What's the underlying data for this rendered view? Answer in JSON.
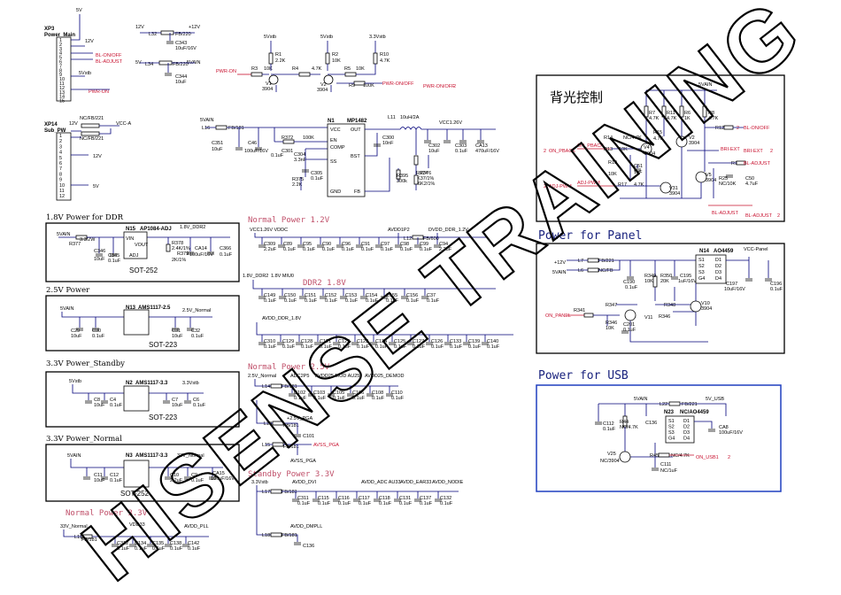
{
  "watermark": "HISENSE TRAINING",
  "connectors": {
    "xp3": {
      "ref": "XP3",
      "name": "Power_Main",
      "nets": [
        "5V",
        "12V",
        "5Vstb",
        "BL-ON/OFF",
        "BL-ADJUST",
        "PWR-ON"
      ],
      "pins": [
        "1",
        "2",
        "3",
        "4",
        "5",
        "6",
        "7",
        "8",
        "9",
        "10",
        "11",
        "12",
        "13",
        "14",
        "15"
      ]
    },
    "xp14": {
      "ref": "XP14",
      "name": "Sub_PW",
      "nets": [
        "NC/FB/221",
        "12V",
        "VCC-A",
        "NC/FB/221",
        "12V",
        "5V"
      ],
      "pins": [
        "1",
        "2",
        "3",
        "4",
        "5",
        "6",
        "7",
        "8",
        "9",
        "10",
        "11",
        "12"
      ]
    }
  },
  "top": {
    "l32": "L32",
    "fb220a": "FB/220",
    "l34": "L34",
    "fb220b": "FB/220",
    "n12v_a": "12V",
    "n12v_b": "+12V",
    "n5v": "5V",
    "n5vain": "5VAIN",
    "c343": "C343",
    "c343v": "10uF/16V",
    "c344": "C344",
    "c344v": "10uF",
    "n5vstb": "5Vstb",
    "n5vstb2": "5Vstb",
    "n33vstb": "3.3Vstb",
    "r1": "R1",
    "r1v": "2.2K",
    "r2": "R2",
    "r2v": "10K",
    "r10": "R10",
    "r10v": "4.7K",
    "r3": "R3",
    "r3v": "10K",
    "r4": "R4",
    "r4v": "4.7K",
    "r5": "R5",
    "r5v": "10K",
    "v1": "V1",
    "v1v": "3904",
    "v2": "V2",
    "v2v": "3904",
    "r9": "R9",
    "r9v": "100K",
    "pwr_on": "PWR-ON",
    "pwr_onoff": "PWR-ON/OFF",
    "pwr_onoff2": "PWR-ON/OFF",
    "pin2": "2"
  },
  "mp1482": {
    "ref": "N1",
    "part": "MP1482",
    "vcc": "VCC",
    "en": "EN",
    "comp": "COMP",
    "ss": "SS",
    "gnd": "GND",
    "out": "OUT",
    "bst": "BST",
    "fb": "FB",
    "n5vain": "5VAIN",
    "l16": "L16",
    "fb181": "FB/181",
    "c351": "C351",
    "c351v": "10uF",
    "c46": "C46",
    "c46v": "100uF/16V",
    "r372": "R372",
    "r372v": "100K",
    "c301": "C301",
    "c301v": "0.1uF",
    "c304": "C304",
    "c304v": "3.3nF",
    "c305": "C305",
    "c305v": "0.1uF",
    "r375": "R375",
    "r375v": "2.2K",
    "c300": "C300",
    "c300v": "10nF",
    "l11": "L11",
    "l11v": "10uH/2A",
    "vcc126": "VCC1.26V",
    "c302": "C302",
    "c302v": "10uF",
    "c303": "C303",
    "c303v": "0.1uF",
    "ca13": "CA13",
    "ca13v": "470uF/16V",
    "r374": "R374",
    "r374v": "2K37/1%",
    "r376": "R376",
    "r376v": "6K2/1%",
    "r395": "R395",
    "r395v": "300k"
  },
  "sections": {
    "ddr18": "1.8V Power for DDR",
    "p25": "2.5V Power",
    "p33stb": "3.3V Power_Standby",
    "p33n": "3.3V Power_Normal",
    "n12": "Normal Power 1.2V",
    "ddr2": "DDR2 1.8V",
    "n25": "Normal Power 2.5V",
    "stb33": "Standby Power 3.3V",
    "n33": "Normal Power 3.3V"
  },
  "ldo": {
    "ddr": {
      "ref": "N15",
      "part": "AP1084-ADJ",
      "pkg": "SOT-252",
      "inn": "5VAIN",
      "outn": "1.8V_DDR2",
      "r377": "R377",
      "r377v": "3.3/2W",
      "c346": "C346",
      "c346v": "10uF",
      "c345": "C345",
      "c345v": "0.1uF",
      "r378": "R378",
      "r378v": "2.4K/1%",
      "r379": "R379",
      "r379v": "2K/1%",
      "ca14": "CA14",
      "ca14v": "100uF/16V",
      "c366": "C366",
      "c366v": "0.1uF",
      "vin": "VIN",
      "vout": "VOUT",
      "adj": "ADJ"
    },
    "v25": {
      "ref": "N13",
      "part": "AMS1117-2.5",
      "pkg": "SOT-223",
      "inn": "5VAIN",
      "outn": "2.5V_Normal",
      "c29": "C29",
      "c29v": "10uF",
      "c30": "C30",
      "c30v": "0.1uF",
      "c31": "C31",
      "c31v": "10uF",
      "c32": "C32",
      "c32v": "0.1uF"
    },
    "v33s": {
      "ref": "N2",
      "part": "AMS1117-3.3",
      "pkg": "SOT-223",
      "inn": "5Vstb",
      "outn": "3.3Vstb",
      "c8": "C8",
      "c8v": "10uF",
      "c4": "C4",
      "c4v": "0.1uF",
      "c7": "C7",
      "c7v": "10uF",
      "c6": "C6",
      "c6v": "0.1uF"
    },
    "v33n": {
      "ref": "N3",
      "part": "AMS1117-3.3",
      "pkg": "SOT-252",
      "inn": "5VAIN",
      "outn": "33V_Normal",
      "c11": "C11",
      "c11v": "10uF",
      "c12": "C12",
      "c12v": "0.1uF",
      "c10": "C10",
      "c10v": "2.2uF",
      "c9": "C9",
      "c9v": "0.1uF",
      "ca15": "CA15",
      "ca15v": "100uF/16V"
    }
  },
  "n12": {
    "nets": [
      "VCC1.26V VDDC",
      "AVDD1P2",
      "DVDD_DDR_1.2V"
    ],
    "l12": "L12",
    "fb": "FB/600",
    "caps": [
      "C309",
      "C89",
      "C95",
      "C90",
      "C96",
      "C91",
      "C97",
      "C98",
      "C99",
      "C94"
    ],
    "capv": [
      "2.2uF",
      "0.1uF",
      "0.1uF",
      "0.1uF",
      "0.1uF",
      "0.1uF",
      "0.1uF",
      "0.1uF",
      "0.1uF",
      "2.2uF"
    ]
  },
  "ddr2": {
    "nets": [
      "1.8V_DDR2",
      "1.8V MIU0"
    ],
    "vref": "AVDD_DDR_1.8V",
    "caps1": [
      "C149",
      "C150",
      "C151",
      "C152",
      "C153",
      "C154",
      "C155",
      "C156",
      "C37"
    ],
    "caps2": [
      "C310",
      "C129",
      "C128",
      "C121",
      "C122",
      "C123",
      "C124",
      "C125",
      "C127",
      "C126",
      "C133",
      "C139",
      "C140"
    ]
  },
  "n25": {
    "nets": [
      "2.5V_Normal",
      "ADC2P5",
      "AVDD25 MOD AU25",
      "AVDD25_DEMOD"
    ],
    "l14": "L14",
    "l13": "L13",
    "l15": "L15",
    "fb": "FB/181",
    "caps": [
      "C102",
      "C103",
      "C105",
      "C106",
      "C108",
      "C110"
    ],
    "capv": "0.1uF",
    "pga": "+2.5V_PGA",
    "c101": "C101",
    "avss": "AVSS_PGA",
    "avss2": "AVSS_PGA"
  },
  "stb33": {
    "nets": [
      "3.3Vstb",
      "AVDD_DVI",
      "AVDD_ADC AU33",
      "AVDD_EAR33",
      "AVDD_NODIE"
    ],
    "l17": "L17",
    "l18": "L18",
    "fb": "FB/181",
    "caps": [
      "C311",
      "C115",
      "C116",
      "C117",
      "C118",
      "C131",
      "C137",
      "C132"
    ],
    "capv": "0.1uF",
    "dmpll": "AVDD_DMPLL",
    "c136": "C136"
  },
  "n33": {
    "net": "33V_Normal",
    "vdd33": "VDD33",
    "pll": "AVDD_PLL",
    "l19": "L19",
    "fb": "FB/181",
    "caps": [
      "C312",
      "C134",
      "C135",
      "C138",
      "C142"
    ],
    "capv": "0.1uF"
  },
  "bl": {
    "title": "背光控制",
    "n5vain": "5VAIN",
    "r7": "R7",
    "r7v": "4.7K",
    "r11": "R11",
    "r11v": "4.7K",
    "r6": "R6",
    "r6v": "1K",
    "r8": "R8",
    "r8v": "4.7K",
    "r14": "R14",
    "r14v": "NC/4.7K",
    "r13": "R13",
    "r13v": "10K",
    "r15": "R15",
    "r15v": "4.7K",
    "r12": "R12",
    "r19": "R19",
    "r19v": "10K",
    "r17": "R17",
    "r17v": "4.7K",
    "r16": "R16",
    "r16v": "NC/10K",
    "c51": "C51",
    "c51v": "1uF",
    "c50": "C50",
    "c50v": "4.7uF",
    "v4": "V4",
    "v4v": "3904",
    "v2": "V2",
    "v2v": "3904",
    "v31": "V31",
    "v31v": "3904",
    "v5": "V5",
    "v5v": "3904",
    "on_pback": "ON_PBACK",
    "adj_pwm": "ADJ-PWM",
    "bl_onoff": "BL-ON/OFF",
    "bri_ext": "BRI-EXT",
    "bl_adjust": "BL-ADJUST",
    "on_pback2": "ON_PBACK",
    "adj_pwm2": "ADJ-PWM",
    "bri_ext2": "BRI-EXT",
    "bl_adj2": "BL-ADJUST",
    "pin2": "2"
  },
  "panel": {
    "title": "Power for Panel",
    "ref": "N14",
    "part": "AO4459",
    "vcc": "VCC-Panel",
    "n12": "+12V",
    "n5v": "5VAIN",
    "l7": "L7",
    "l7v": "FB/221",
    "l6": "L6",
    "l6v": "NC/FB",
    "c190": "C190",
    "c190v": "0.1uF",
    "r349": "R349",
    "r349v": "10K",
    "r350": "R350",
    "r350v": "20K",
    "c195": "C195",
    "c195v": "1uF/16V",
    "r347": "R347",
    "r348": "R348",
    "r346": "R346",
    "r346v": "10K",
    "r341": "R341",
    "c201": "C201",
    "c201v": "0.1uF",
    "v11": "V11",
    "v10": "V10",
    "v10v": "3904",
    "c197": "C197",
    "c197v": "10uF/16V",
    "c196": "C196",
    "c196v": "0.1uF",
    "on_panel": "ON_PANEL",
    "pins": [
      "S1",
      "S2",
      "S3",
      "G4",
      "D1",
      "D2",
      "D3",
      "D4"
    ]
  },
  "usb": {
    "title": "Power for USB",
    "n5vain": "5VAIN",
    "n5vusb": "5V_USB",
    "ref": "N23",
    "part": "NC/AO4459",
    "l22": "L22",
    "l22v": "FB/221",
    "c112": "C112",
    "c112v": "0.1uF",
    "r44": "R44",
    "r44v": "NC/4.7K",
    "c136": "C136",
    "ca8": "CA8",
    "ca8v": "100uF/16V",
    "v25": "V25",
    "v25v": "NC/3904",
    "r45": "R45",
    "r45v": "NC/4.7K",
    "c111": "C111",
    "c111v": "NC/1uF",
    "on_usb": "ON_USB1",
    "pin2": "2"
  }
}
